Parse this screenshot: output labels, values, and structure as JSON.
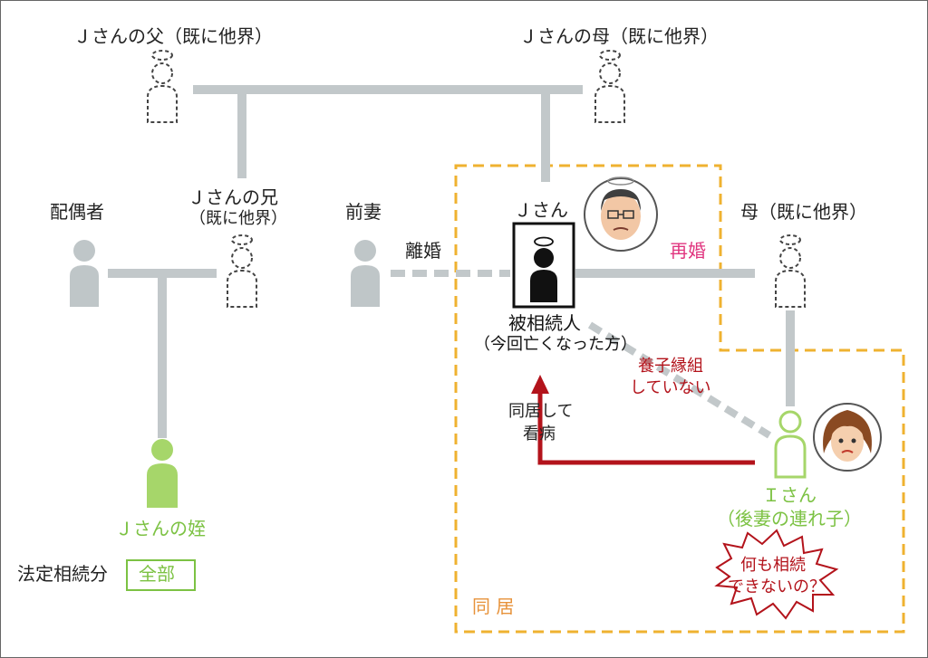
{
  "people": {
    "j_father": "Ｊさんの父（既に他界）",
    "j_mother": "Ｊさんの母（既に他界）",
    "spouse": "配偶者",
    "j_brother": "Ｊさんの兄",
    "j_brother_note": "（既に他界）",
    "ex_wife": "前妻",
    "j_san": "Ｊさん",
    "mother": "母（既に他界）",
    "niece": "Ｊさんの姪",
    "i_san": "Ｉさん",
    "i_san_note": "（後妻の連れ子）"
  },
  "relations": {
    "divorce": "離婚",
    "remarriage": "再婚",
    "adoption_line1": "養子縁組",
    "adoption_line2": "していない",
    "care_line1": "同居して",
    "care_line2": "看病",
    "cohabitation": "同 居"
  },
  "decedent": {
    "line1": "被相続人",
    "line2": "（今回亡くなった方）"
  },
  "inheritance": {
    "label": "法定相続分",
    "value": "全部"
  },
  "speech_bubble": {
    "line1": "何も相続",
    "line2": "できないの？"
  },
  "colors": {
    "line": "#c2c8ca",
    "person_gray": "#bfc6c8",
    "heir_green": "#a6d66a",
    "text_green": "#7cc243",
    "orange_dash": "#efb230",
    "cohabit_orange": "#e7923a",
    "remarriage_pink": "#e0357f",
    "red": "#b3131b",
    "decedent_black": "#111111"
  }
}
